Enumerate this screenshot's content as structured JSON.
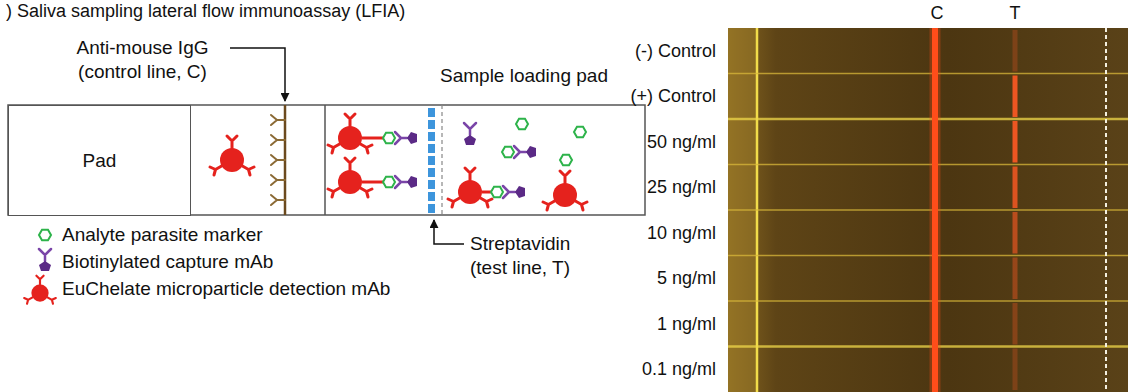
{
  "diagram": {
    "title": ") Saliva sampling lateral flow immunoassay (LFIA)",
    "nodes": [
      {
        "text": [
          "Pad"
        ]
      }
    ],
    "labels": [
      "Anti-mouse IgG (control line, C)",
      "Sample loading pad",
      "Streptavidin (test line, T)",
      "C",
      "T",
      "(-) Control",
      "(+) Control",
      "50 ng/ml",
      "25 ng/ml",
      "10 ng/ml",
      "5 ng/ml",
      "1 ng/ml",
      "0.1 ng/ml"
    ],
    "legend": [
      {
        "text": "Analyte parasite marker"
      },
      {
        "text": "Biotinylated capture mAb"
      },
      {
        "text": "EuChelate microparticle detection mAb"
      }
    ]
  }
}
